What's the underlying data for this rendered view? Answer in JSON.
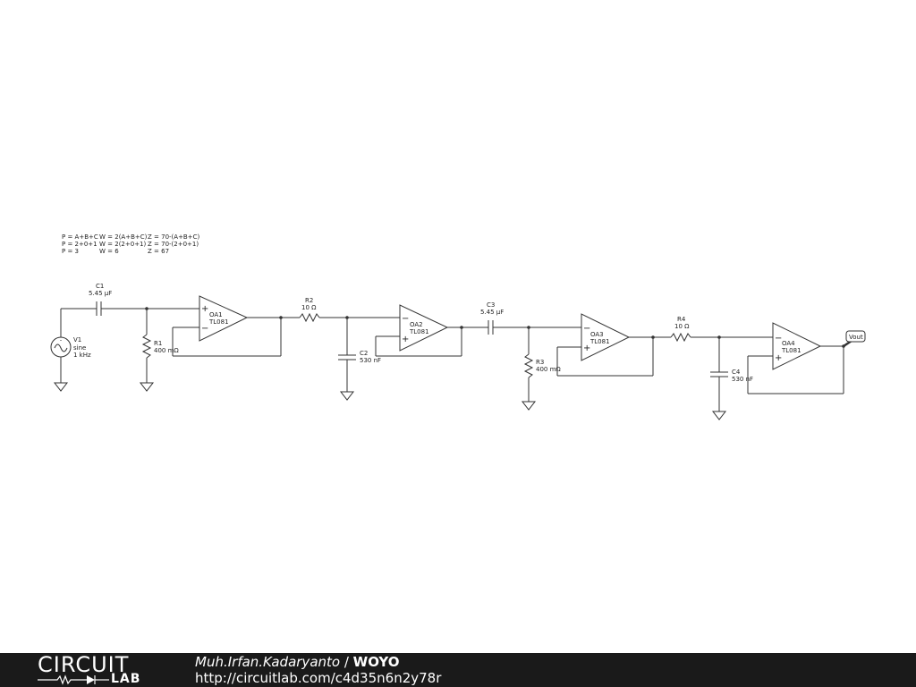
{
  "equations": {
    "row1": [
      "P = A+B+C",
      "W = 2(A+B+C)",
      "Z = 70-(A+B+C)"
    ],
    "row2": [
      "P = 2+0+1",
      "W = 2(2+0+1)",
      "Z = 70-(2+0+1)"
    ],
    "row3": [
      "P = 3",
      "W = 6",
      "Z = 67"
    ]
  },
  "components": {
    "C1": {
      "name": "C1",
      "value": "5.45 µF"
    },
    "R1": {
      "name": "R1",
      "value": "400 mΩ"
    },
    "V1": {
      "name": "V1",
      "type": "sine",
      "freq": "1 kHz"
    },
    "OA1": {
      "name": "OA1",
      "part": "TL081"
    },
    "R2": {
      "name": "R2",
      "value": "10 Ω"
    },
    "C2": {
      "name": "C2",
      "value": "530 nF"
    },
    "OA2": {
      "name": "OA2",
      "part": "TL081"
    },
    "C3": {
      "name": "C3",
      "value": "5.45 µF"
    },
    "R3": {
      "name": "R3",
      "value": "400 mΩ"
    },
    "OA3": {
      "name": "OA3",
      "part": "TL081"
    },
    "R4": {
      "name": "R4",
      "value": "10 Ω"
    },
    "C4": {
      "name": "C4",
      "value": "530 nF"
    },
    "OA4": {
      "name": "OA4",
      "part": "TL081"
    }
  },
  "output_label": "Vout",
  "footer": {
    "logo_top": "CIRCUIT",
    "logo_bottom": "LAB",
    "author": "Muh.Irfan.Kadaryanto",
    "separator": " / ",
    "project": "WOYO",
    "url": "http://circuitlab.com/c4d35n6n2y78r"
  },
  "colors": {
    "wire": "#333333",
    "footer_bg": "#1a1a1a",
    "footer_text": "#ffffff"
  }
}
